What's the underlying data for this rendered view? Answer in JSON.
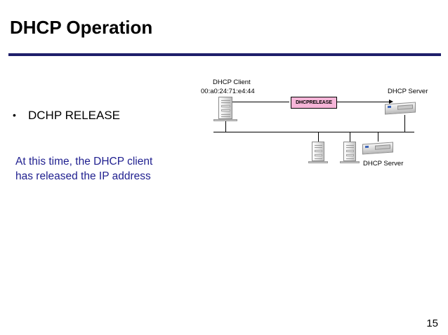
{
  "slide": {
    "title": "DHCP Operation",
    "page_number": "15",
    "accent_color": "#1f1f6b",
    "note_color": "#1f1f8f"
  },
  "bullets": [
    {
      "marker": "•",
      "text": "DCHP RELEASE"
    }
  ],
  "note": "At this time, the DHCP client has released the IP address",
  "diagram": {
    "client": {
      "name": "DHCP Client",
      "mac": "00:a0:24:71:e4:44"
    },
    "message": "DHCPRELEASE",
    "message_color": "#f6b5d8",
    "servers": [
      {
        "label": "DHCP Server"
      },
      {
        "label": "DHCP Server"
      }
    ]
  }
}
